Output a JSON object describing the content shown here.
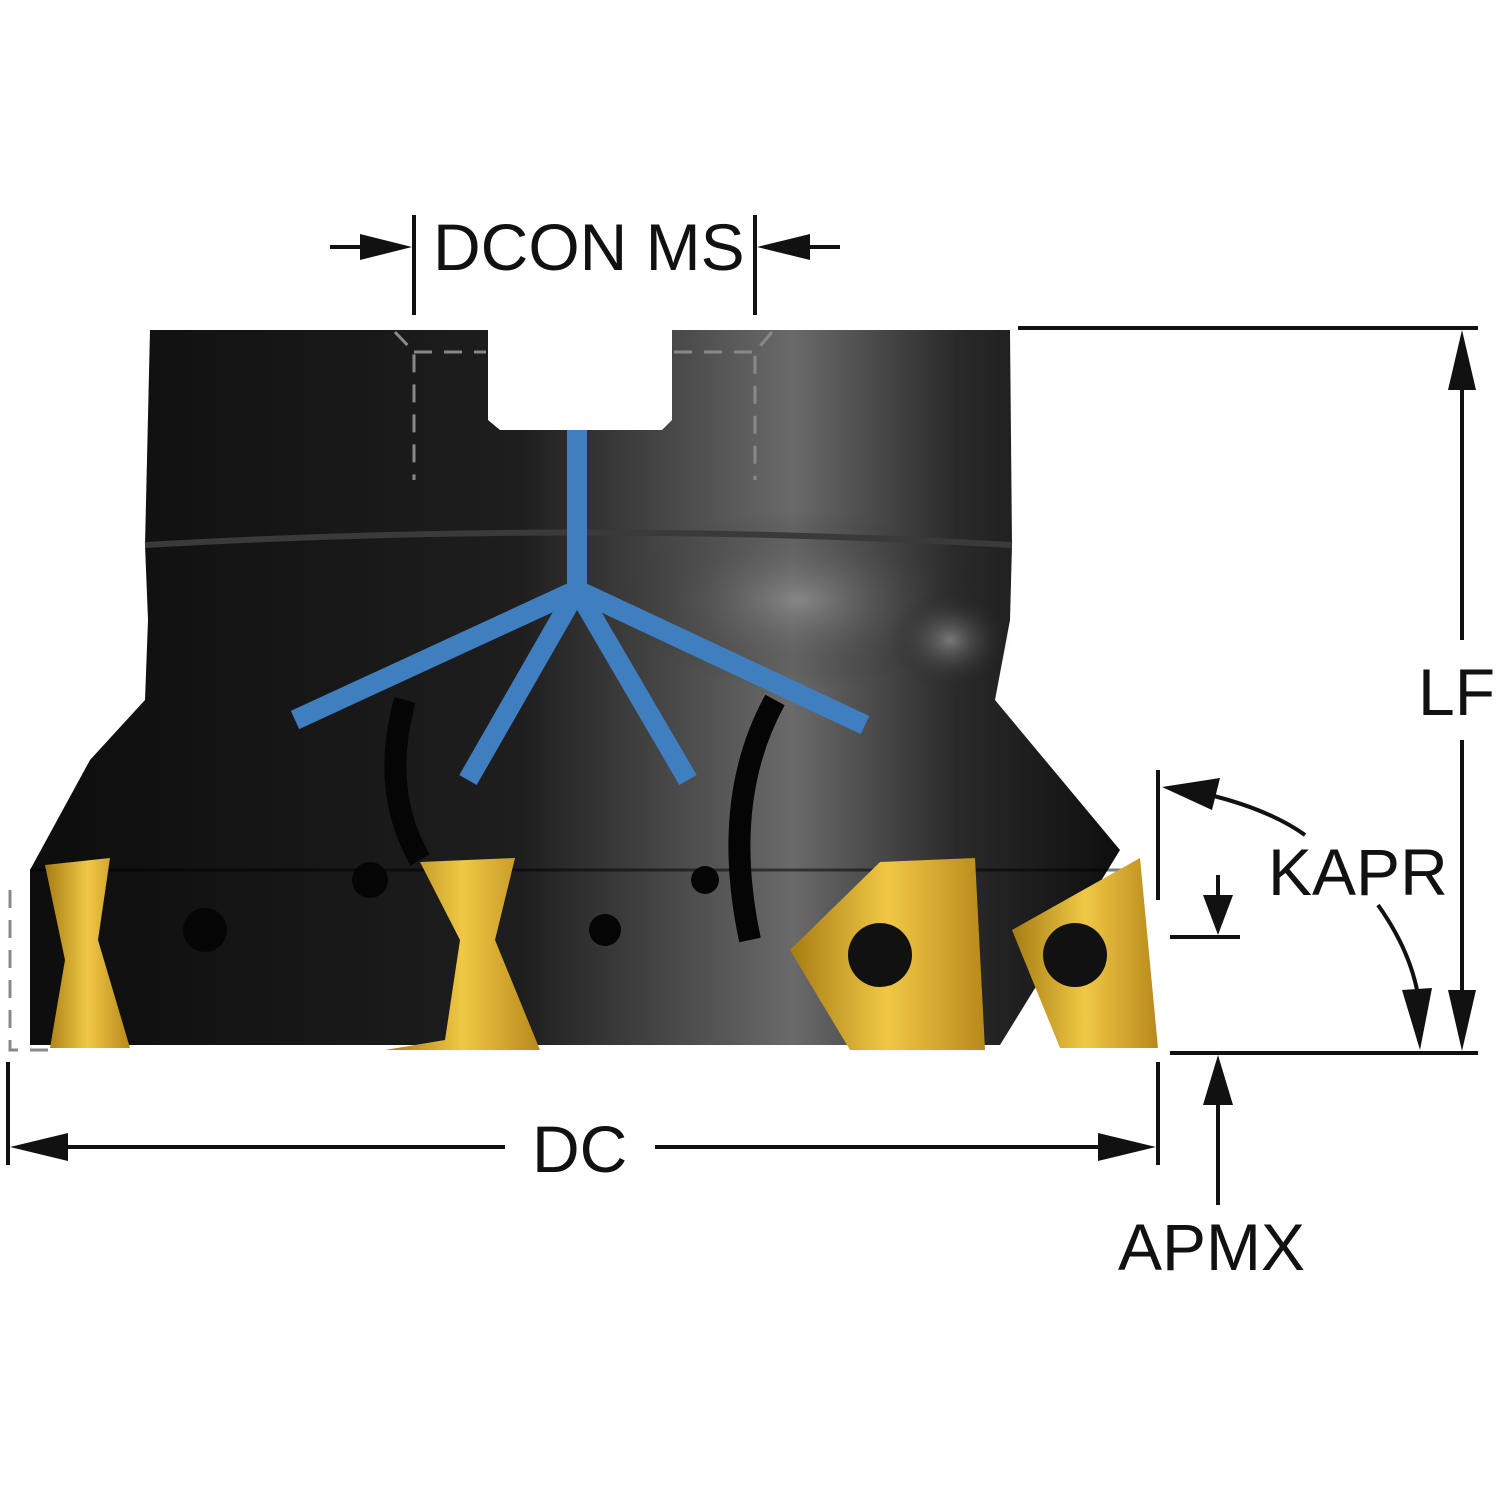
{
  "diagram": {
    "title": "Face milling cutter dimensions",
    "labels": {
      "dcon": "DCON MS",
      "lf": "LF",
      "kapr": "KAPR",
      "dc": "DC",
      "apmx": "APMX"
    },
    "colors": {
      "body": "#141414",
      "coolant": "#3f7fc0",
      "insert": "#d9a82a",
      "line": "#111111"
    }
  }
}
